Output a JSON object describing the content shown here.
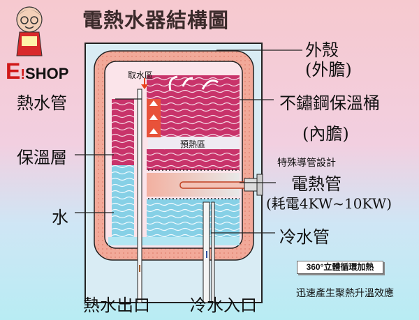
{
  "title": "電熱水器結構圖",
  "logo": {
    "e": "E",
    "shop": "SHOP"
  },
  "labels": {
    "outer_shell": "外殼",
    "outer_shell_sub": "(外膽)",
    "hot_water_pipe": "熱水管",
    "inner_tank": "不鏽鋼保溫桶",
    "inner_tank_sub": "(內膽)",
    "insulation": "保溫層",
    "special_pipe": "特殊導管設計",
    "heating_tube": "電熱管",
    "heating_power": "(耗電4KW~10KW)",
    "water": "水",
    "cold_water_pipe": "冷水管",
    "hot_water_outlet": "熱水出口",
    "cold_water_inlet": "冷水入口",
    "intake_zone": "取水區",
    "preheat_zone": "預熱區"
  },
  "badge": "360°立體循環加熱",
  "caption": "迅速產生聚熱升溫效應",
  "colors": {
    "red_water": "#c4285a",
    "blue_water": "#7ecde4",
    "insulation": "#f0a090",
    "accent": "#e8421e"
  },
  "icons": [
    "mascot-icon",
    "heating-arrow-icon",
    "flow-arrow-icon"
  ]
}
